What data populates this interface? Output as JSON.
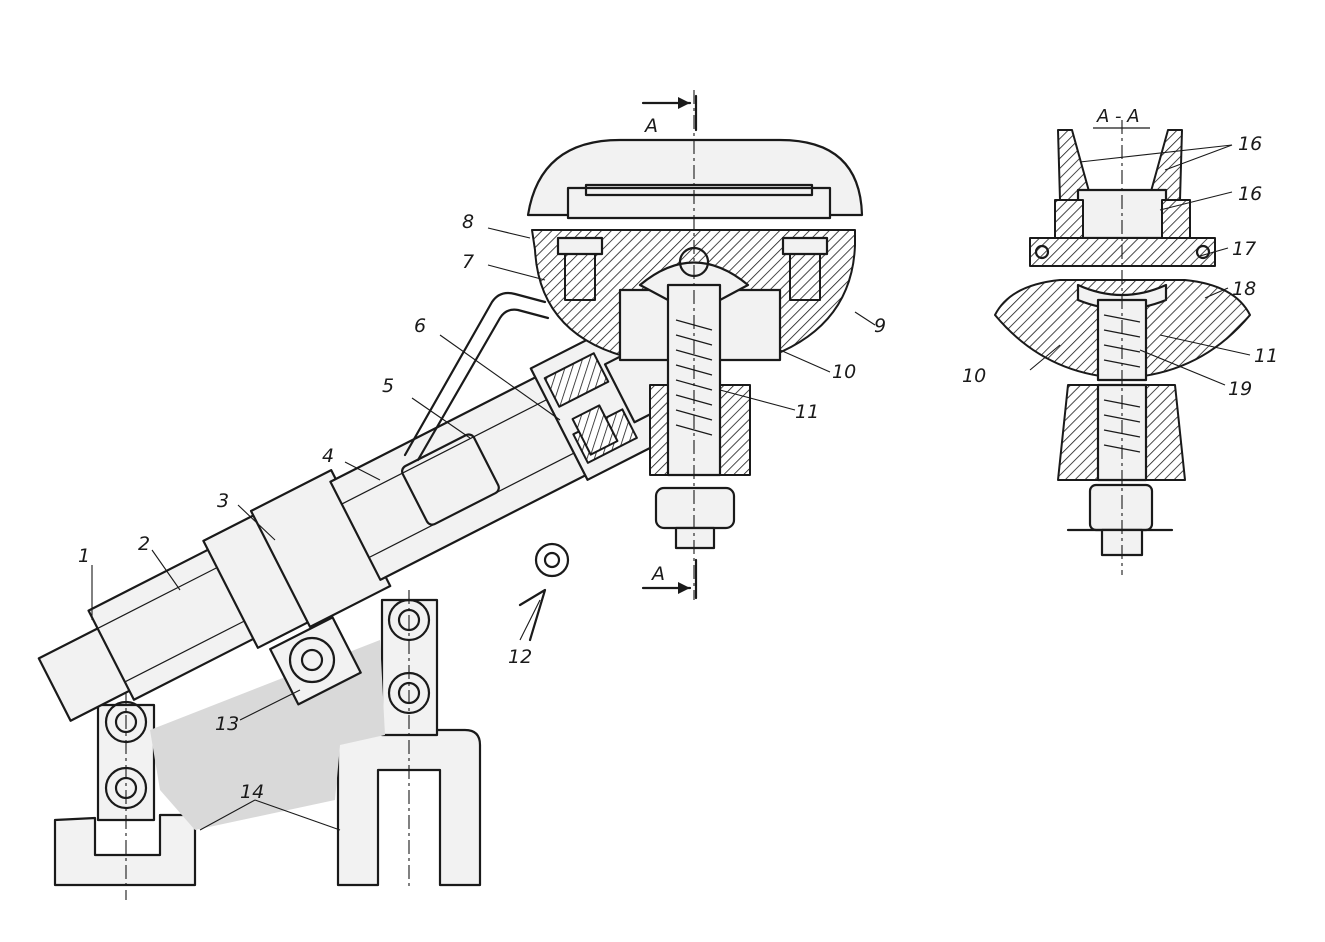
{
  "drawing": {
    "section_marks": {
      "top": "A",
      "bottom": "A"
    },
    "section_view_title": "A - A",
    "main_view_callouts": [
      "1",
      "2",
      "3",
      "4",
      "5",
      "6",
      "7",
      "8",
      "9",
      "10",
      "11",
      "12",
      "13",
      "14"
    ],
    "section_view_callouts": [
      "16",
      "16",
      "17",
      "18",
      "10",
      "11",
      "19"
    ],
    "colors": {
      "ink": "#1a1a1a",
      "paper": "#ffffff",
      "shade": "#bdbdbd"
    }
  }
}
